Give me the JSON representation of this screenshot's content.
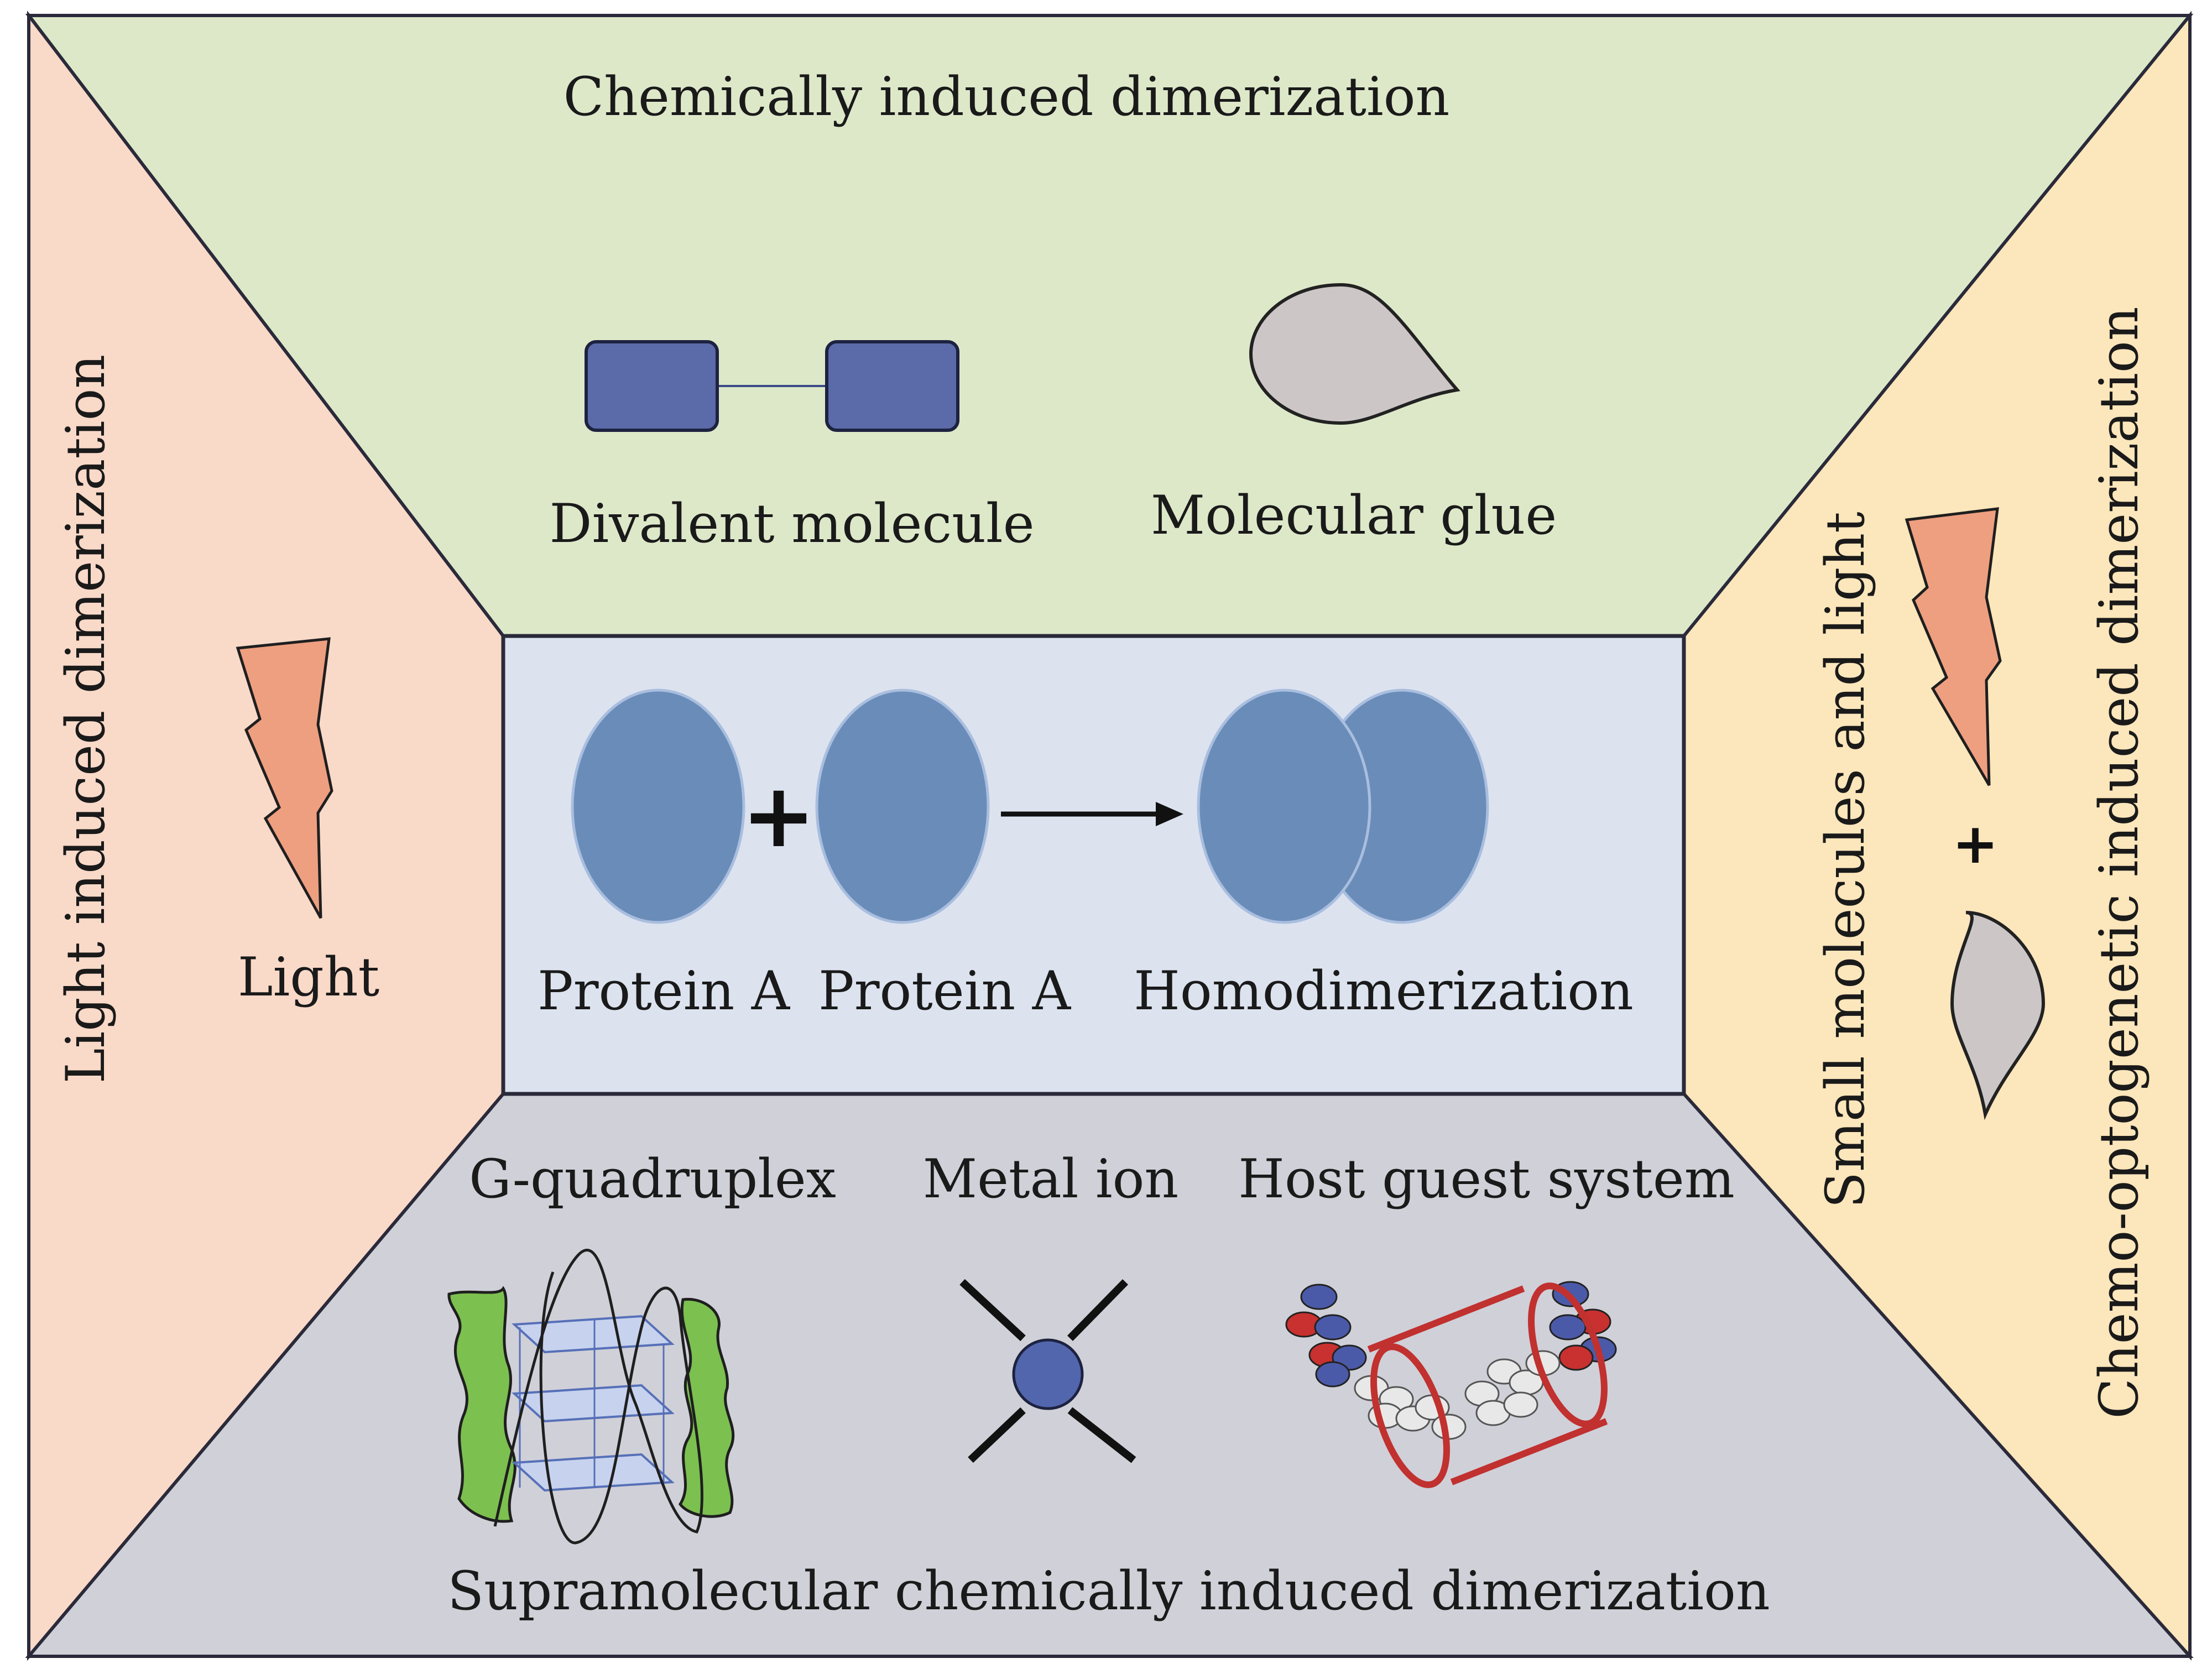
{
  "panels": {
    "top": {
      "title": "Chemically induced dimerization",
      "items": [
        "Divalent molecule",
        "Molecular glue"
      ]
    },
    "left": {
      "title": "Light induced dimerization",
      "item": "Light"
    },
    "right": {
      "title": "Chemo-optogenetic induced dimerization",
      "subtitle": "Small molecules and light"
    },
    "bottom": {
      "title": "Supramolecular chemically induced dimerization",
      "items": [
        "G-quadruplex",
        "Metal ion",
        "Host guest system"
      ]
    },
    "center": {
      "protein_1": "Protein A",
      "protein_2": "Protein A",
      "result": "Homodimerization"
    }
  },
  "symbols": {
    "plus": "+",
    "right_plus": "+"
  },
  "colors": {
    "top_panel": "#dde8c9",
    "left_panel": "#f9d9c8",
    "right_panel": "#fce6bb",
    "bottom_panel": "#d0d0d8",
    "center_panel": "#dce3ef",
    "protein": "#6a8cb8",
    "divalent_block": "#5b6aa8",
    "glue": "#cdc6c6",
    "lightning": "#ee9f80",
    "metal_ion": "#5166ad",
    "host_cylinder": "#c0312f",
    "g4_green": "#7cc050"
  }
}
